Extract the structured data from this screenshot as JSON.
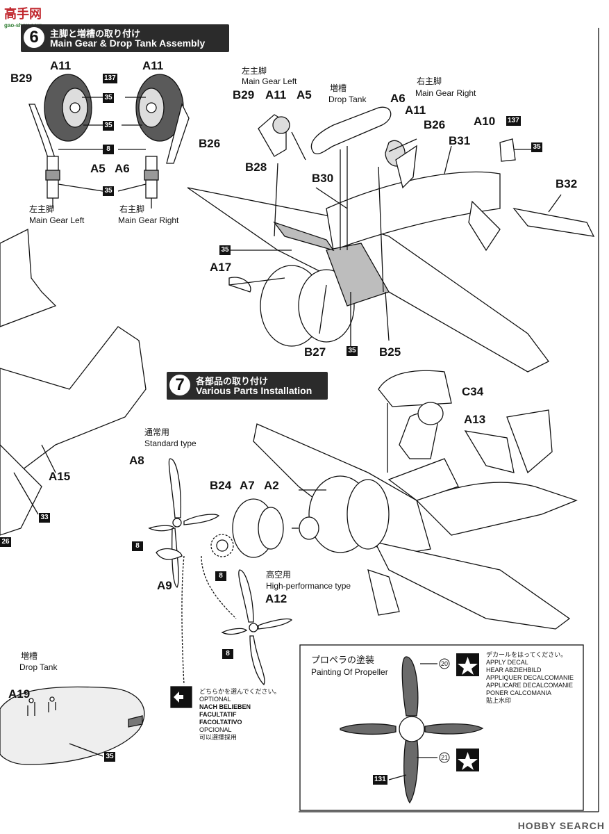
{
  "watermark_top": {
    "brand": "高手网",
    "url": "gao-shou.com"
  },
  "step6": {
    "number": "6",
    "title_jp": "主脚と増槽の取り付け",
    "title_en": "Main Gear & Drop Tank Assembly"
  },
  "step7": {
    "number": "7",
    "title_jp": "各部品の取り付け",
    "title_en": "Various Parts Installation"
  },
  "gear_labels": {
    "left_jp": "左主脚",
    "left_en": "Main Gear Left",
    "right_jp": "右主脚",
    "right_en": "Main Gear Right"
  },
  "drop_tank": {
    "jp": "増槽",
    "en": "Drop Tank"
  },
  "parts": {
    "A11a": "A11",
    "A11b": "A11",
    "B29a": "B29",
    "B26a": "B26",
    "A5a": "A5",
    "A6a": "A6",
    "B29b": "B29",
    "A11c": "A11",
    "A5b": "A5",
    "A6b": "A6",
    "A11d": "A11",
    "B26b": "B26",
    "A10": "A10",
    "B31": "B31",
    "B32": "B32",
    "B28": "B28",
    "B30": "B30",
    "A17": "A17",
    "B27": "B27",
    "B25": "B25",
    "A15": "A15",
    "C34": "C34",
    "A13": "A13",
    "A8": "A8",
    "B24": "B24",
    "A7": "A7",
    "A2": "A2",
    "A9": "A9",
    "A12": "A12",
    "A19": "A19"
  },
  "color_codes": {
    "c137a": "137",
    "c35a": "35",
    "c35b": "35",
    "c8a": "8",
    "c35c": "35",
    "c137b": "137",
    "c35d": "35",
    "c35e": "35",
    "c35f": "35",
    "c33": "33",
    "c26": "26",
    "c8b": "8",
    "c8c": "8",
    "c8d": "8",
    "c35g": "35",
    "c20": "20",
    "c21": "21",
    "c131": "131"
  },
  "propeller_types": {
    "standard_jp": "通常用",
    "standard_en": "Standard type",
    "high_jp": "高空用",
    "high_en": "High-performance type"
  },
  "optional_text": [
    "どちらかを選んでください。",
    "OPTIONAL",
    "NACH BELIEBEN",
    "FACULTATIF",
    "FACOLTATIVO",
    "OPCIONAL",
    "可以選擇採用"
  ],
  "propeller_painting": {
    "title_jp": "プロペラの塗装",
    "title_en": "Painting Of Propeller"
  },
  "decal_text": [
    "デカールをはってください。",
    "APPLY DECAL",
    "HEAR ABZIEHBILD",
    "APPLIQUER DECALCOMANIE",
    "APPLICARE DECALCOMANIE",
    "PONER CALCOMANIA",
    "貼上水印"
  ],
  "footer": {
    "watermark": "HOBBY SEARCH"
  }
}
